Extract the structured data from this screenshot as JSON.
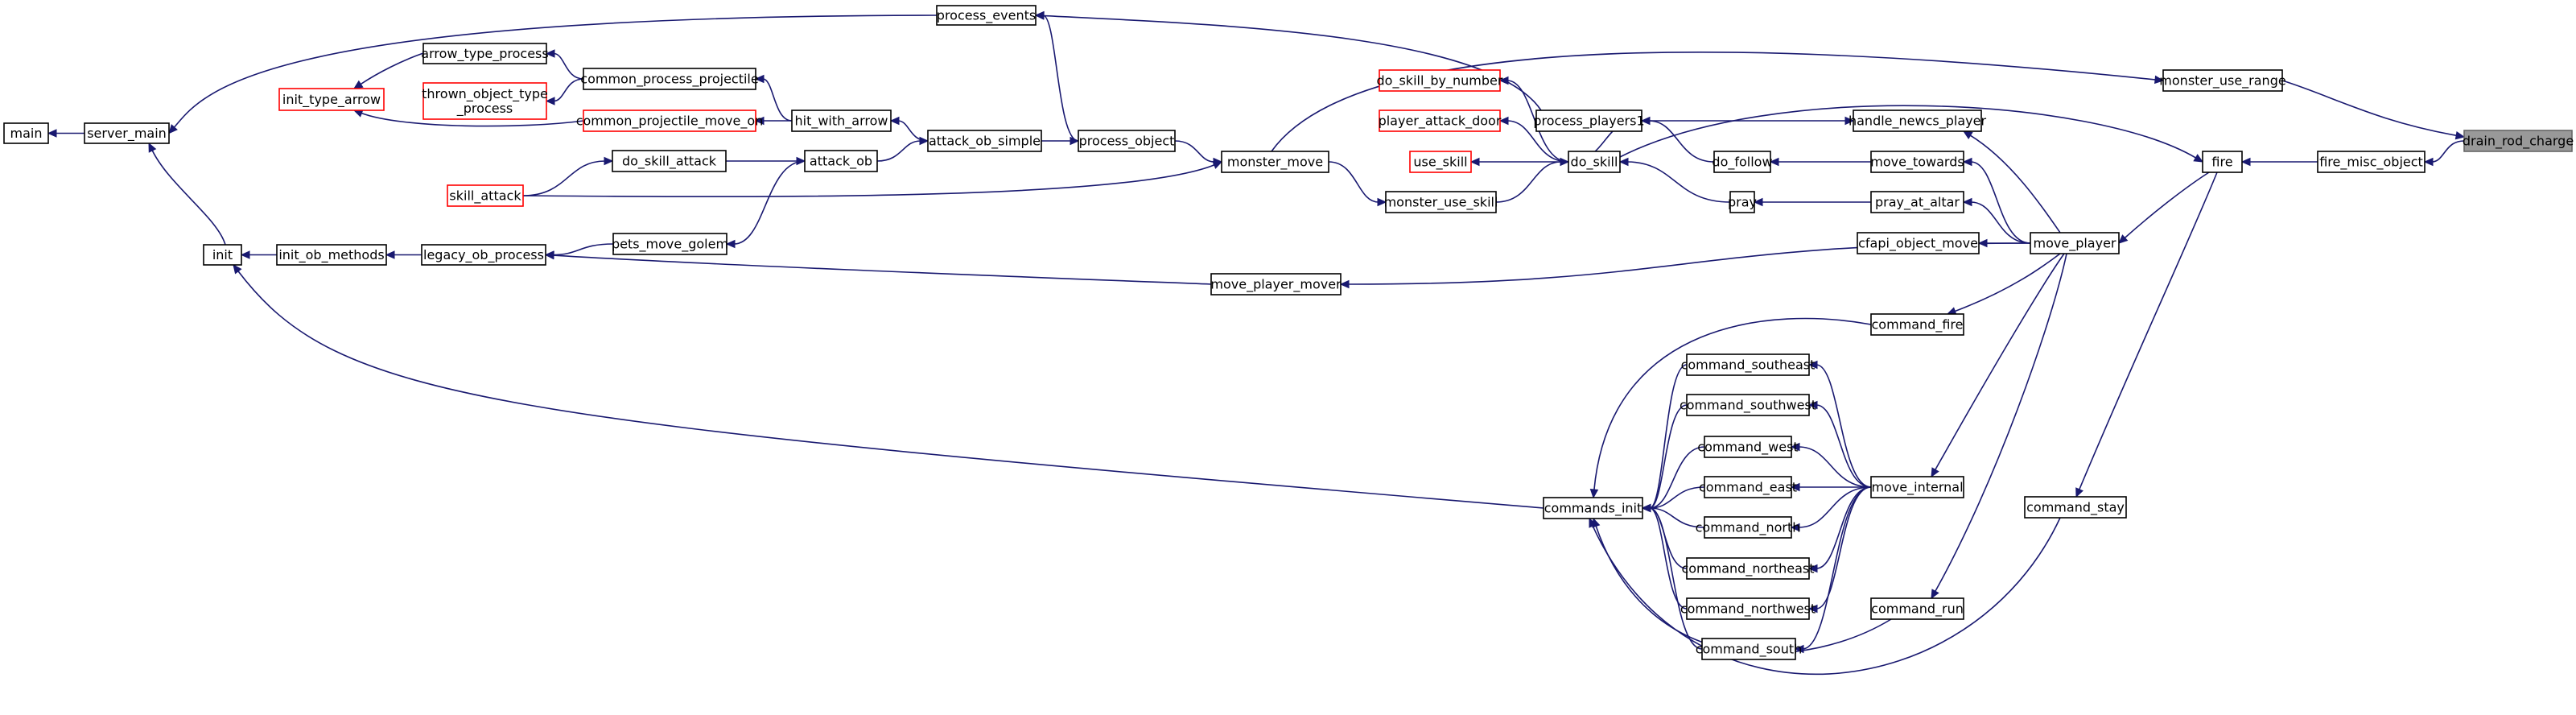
{
  "nodes": {
    "main": {
      "label": "main",
      "truncated": false
    },
    "server_main": {
      "label": "server_main",
      "truncated": false
    },
    "init": {
      "label": "init",
      "truncated": false
    },
    "init_ob_methods": {
      "label": "init_ob_methods",
      "truncated": false
    },
    "legacy_ob_process": {
      "label": "legacy_ob_process",
      "truncated": false
    },
    "init_type_arrow": {
      "label": "init_type_arrow",
      "truncated": true
    },
    "arrow_type_process": {
      "label": "arrow_type_process",
      "truncated": false
    },
    "thrown_object_type_process": {
      "label": "thrown_object_type\n_process",
      "truncated": true
    },
    "common_process_projectile": {
      "label": "common_process_projectile",
      "truncated": false
    },
    "common_projectile_move_on": {
      "label": "common_projectile_move_on",
      "truncated": true
    },
    "hit_with_arrow": {
      "label": "hit_with_arrow",
      "truncated": false
    },
    "skill_attack": {
      "label": "skill_attack",
      "truncated": true
    },
    "do_skill_attack": {
      "label": "do_skill_attack",
      "truncated": false
    },
    "attack_ob": {
      "label": "attack_ob",
      "truncated": false
    },
    "attack_ob_simple": {
      "label": "attack_ob_simple",
      "truncated": false
    },
    "pets_move_golem": {
      "label": "pets_move_golem",
      "truncated": false
    },
    "process_events": {
      "label": "process_events",
      "truncated": false
    },
    "process_object": {
      "label": "process_object",
      "truncated": false
    },
    "monster_move": {
      "label": "monster_move",
      "truncated": false
    },
    "monster_use_skill": {
      "label": "monster_use_skill",
      "truncated": false
    },
    "move_player_mover": {
      "label": "move_player_mover",
      "truncated": false
    },
    "do_skill_by_number": {
      "label": "do_skill_by_number",
      "truncated": true
    },
    "player_attack_door": {
      "label": "player_attack_door",
      "truncated": true
    },
    "use_skill": {
      "label": "use_skill",
      "truncated": true
    },
    "process_players1": {
      "label": "process_players1",
      "truncated": false
    },
    "do_skill": {
      "label": "do_skill",
      "truncated": false
    },
    "do_follow": {
      "label": "do_follow",
      "truncated": false
    },
    "pray": {
      "label": "pray",
      "truncated": false
    },
    "commands_init": {
      "label": "commands_init",
      "truncated": false
    },
    "command_southeast": {
      "label": "command_southeast",
      "truncated": false
    },
    "command_southwest": {
      "label": "command_southwest",
      "truncated": false
    },
    "command_west": {
      "label": "command_west",
      "truncated": false
    },
    "command_east": {
      "label": "command_east",
      "truncated": false
    },
    "command_north": {
      "label": "command_north",
      "truncated": false
    },
    "command_northeast": {
      "label": "command_northeast",
      "truncated": false
    },
    "command_northwest": {
      "label": "command_northwest",
      "truncated": false
    },
    "command_south": {
      "label": "command_south",
      "truncated": false
    },
    "handle_newcs_player": {
      "label": "handle_newcs_player",
      "truncated": false
    },
    "move_towards": {
      "label": "move_towards",
      "truncated": false
    },
    "pray_at_altar": {
      "label": "pray_at_altar",
      "truncated": false
    },
    "cfapi_object_move": {
      "label": "cfapi_object_move",
      "truncated": false
    },
    "command_fire": {
      "label": "command_fire",
      "truncated": false
    },
    "move_internal": {
      "label": "move_internal",
      "truncated": false
    },
    "command_run": {
      "label": "command_run",
      "truncated": false
    },
    "move_player": {
      "label": "move_player",
      "truncated": false
    },
    "command_stay": {
      "label": "command_stay",
      "truncated": false
    },
    "monster_use_range": {
      "label": "monster_use_range",
      "truncated": false
    },
    "fire": {
      "label": "fire",
      "truncated": false
    },
    "fire_misc_object": {
      "label": "fire_misc_object",
      "truncated": false
    },
    "drain_rod_charge": {
      "label": "drain_rod_charge",
      "truncated": false
    }
  },
  "root": "drain_rod_charge",
  "edges": [
    [
      "main",
      "server_main"
    ],
    [
      "server_main",
      "process_events"
    ],
    [
      "server_main",
      "init"
    ],
    [
      "init",
      "init_ob_methods"
    ],
    [
      "init",
      "commands_init"
    ],
    [
      "init_ob_methods",
      "legacy_ob_process"
    ],
    [
      "legacy_ob_process",
      "pets_move_golem"
    ],
    [
      "legacy_ob_process",
      "move_player_mover"
    ],
    [
      "init_type_arrow",
      "arrow_type_process"
    ],
    [
      "init_type_arrow",
      "common_projectile_move_on"
    ],
    [
      "arrow_type_process",
      "common_process_projectile"
    ],
    [
      "thrown_object_type_process",
      "common_process_projectile"
    ],
    [
      "common_process_projectile",
      "hit_with_arrow"
    ],
    [
      "common_projectile_move_on",
      "hit_with_arrow"
    ],
    [
      "hit_with_arrow",
      "attack_ob_simple"
    ],
    [
      "do_skill_attack",
      "skill_attack"
    ],
    [
      "attack_ob",
      "do_skill_attack"
    ],
    [
      "attack_ob_simple",
      "attack_ob"
    ],
    [
      "pets_move_golem",
      "attack_ob"
    ],
    [
      "process_object",
      "attack_ob_simple"
    ],
    [
      "process_events",
      "process_object"
    ],
    [
      "process_events",
      "process_players1"
    ],
    [
      "monster_move",
      "process_object"
    ],
    [
      "monster_move",
      "skill_attack"
    ],
    [
      "monster_use_skill",
      "monster_move"
    ],
    [
      "move_player_mover",
      "move_player"
    ],
    [
      "do_skill_by_number",
      "do_skill"
    ],
    [
      "player_attack_door",
      "do_skill"
    ],
    [
      "use_skill",
      "do_skill"
    ],
    [
      "process_players1",
      "do_skill"
    ],
    [
      "process_players1",
      "do_follow"
    ],
    [
      "do_skill",
      "monster_use_skill"
    ],
    [
      "do_skill",
      "pray"
    ],
    [
      "do_follow",
      "move_towards"
    ],
    [
      "pray",
      "pray_at_altar"
    ],
    [
      "commands_init",
      "command_southeast"
    ],
    [
      "commands_init",
      "command_southwest"
    ],
    [
      "commands_init",
      "command_west"
    ],
    [
      "commands_init",
      "command_east"
    ],
    [
      "commands_init",
      "command_north"
    ],
    [
      "commands_init",
      "command_northeast"
    ],
    [
      "commands_init",
      "command_northwest"
    ],
    [
      "commands_init",
      "command_south"
    ],
    [
      "commands_init",
      "command_fire"
    ],
    [
      "commands_init",
      "command_run"
    ],
    [
      "commands_init",
      "command_stay"
    ],
    [
      "command_southeast",
      "move_internal"
    ],
    [
      "command_southwest",
      "move_internal"
    ],
    [
      "command_west",
      "move_internal"
    ],
    [
      "command_east",
      "move_internal"
    ],
    [
      "command_north",
      "move_internal"
    ],
    [
      "command_northeast",
      "move_internal"
    ],
    [
      "command_northwest",
      "move_internal"
    ],
    [
      "command_south",
      "move_internal"
    ],
    [
      "handle_newcs_player",
      "process_players1"
    ],
    [
      "handle_newcs_player",
      "move_player"
    ],
    [
      "move_towards",
      "move_player"
    ],
    [
      "pray_at_altar",
      "move_player"
    ],
    [
      "cfapi_object_move",
      "move_player"
    ],
    [
      "command_fire",
      "move_player"
    ],
    [
      "move_internal",
      "move_player"
    ],
    [
      "command_run",
      "move_player"
    ],
    [
      "move_player",
      "fire"
    ],
    [
      "command_stay",
      "fire"
    ],
    [
      "monster_use_range",
      "monster_move"
    ],
    [
      "fire",
      "do_skill"
    ],
    [
      "fire",
      "fire_misc_object"
    ],
    [
      "fire_misc_object",
      "drain_rod_charge"
    ],
    [
      "drain_rod_charge",
      "monster_use_range"
    ]
  ],
  "colors": {
    "edge": "#191970",
    "truncated_border": "#ff0000",
    "root_fill": "#999999"
  }
}
